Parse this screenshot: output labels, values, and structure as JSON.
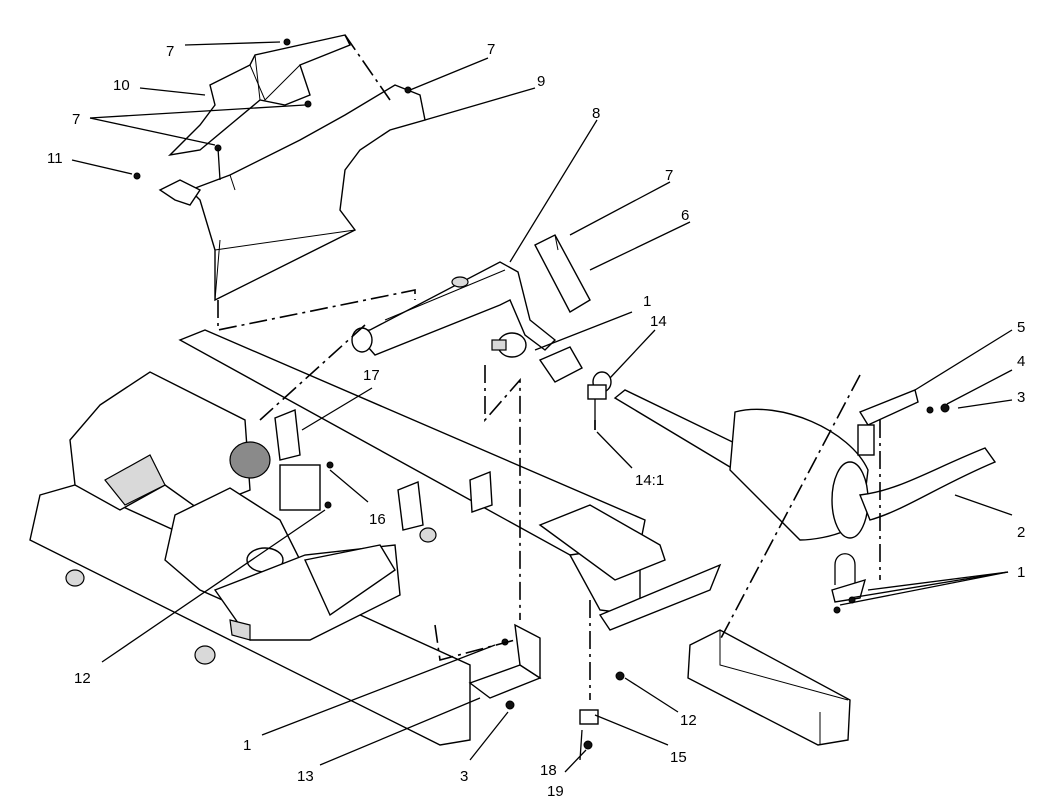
{
  "callouts": [
    {
      "id": "c7a",
      "text": "7"
    },
    {
      "id": "c10",
      "text": "10"
    },
    {
      "id": "c7b",
      "text": "7"
    },
    {
      "id": "c9",
      "text": "9"
    },
    {
      "id": "c7c",
      "text": "7"
    },
    {
      "id": "c11",
      "text": "11"
    },
    {
      "id": "c8",
      "text": "8"
    },
    {
      "id": "c7d",
      "text": "7"
    },
    {
      "id": "c6",
      "text": "6"
    },
    {
      "id": "c1a",
      "text": "1"
    },
    {
      "id": "c14",
      "text": "14"
    },
    {
      "id": "c5",
      "text": "5"
    },
    {
      "id": "c4",
      "text": "4"
    },
    {
      "id": "c3a",
      "text": "3"
    },
    {
      "id": "c17",
      "text": "17"
    },
    {
      "id": "c141",
      "text": "14:1"
    },
    {
      "id": "c16",
      "text": "16"
    },
    {
      "id": "c2",
      "text": "2"
    },
    {
      "id": "c1b",
      "text": "1"
    },
    {
      "id": "c12a",
      "text": "12"
    },
    {
      "id": "c12b",
      "text": "12"
    },
    {
      "id": "c1c",
      "text": "1"
    },
    {
      "id": "c15",
      "text": "15"
    },
    {
      "id": "c13",
      "text": "13"
    },
    {
      "id": "c3b",
      "text": "3"
    },
    {
      "id": "c18",
      "text": "18"
    },
    {
      "id": "c19",
      "text": "19"
    }
  ]
}
